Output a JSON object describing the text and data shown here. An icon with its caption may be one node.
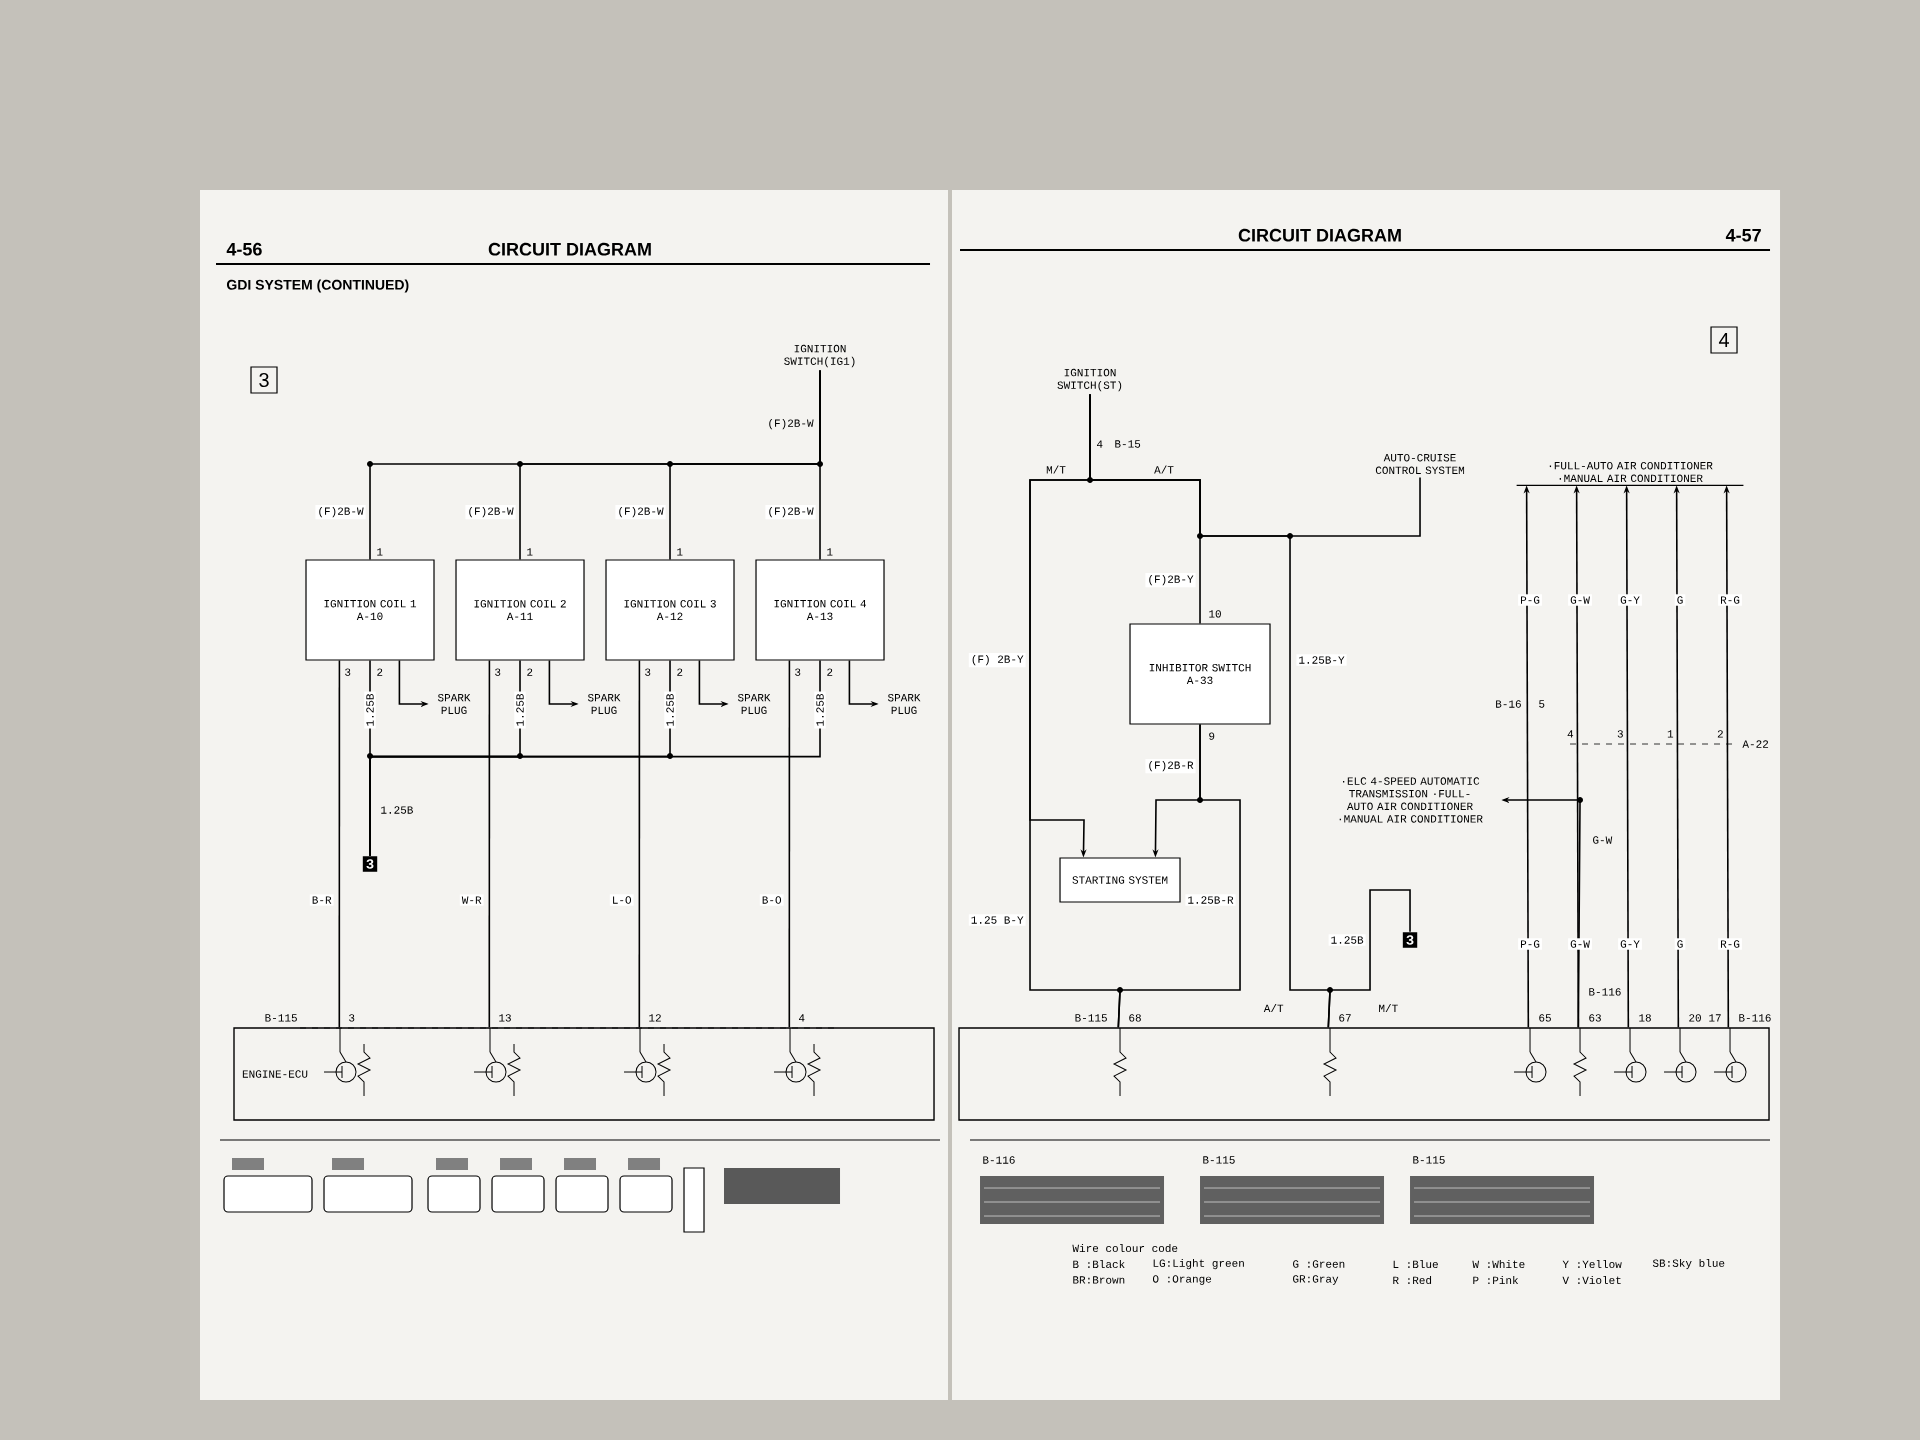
{
  "diagram": {
    "nodes": [
      {
        "text": [
          "IGNITION SWITCH(IG1)"
        ]
      },
      {
        "text": [
          "IGNITION COIL 1",
          "A-10"
        ]
      },
      {
        "text": [
          "IGNITION COIL 2",
          "A-11"
        ]
      },
      {
        "text": [
          "IGNITION COIL 3",
          "A-12"
        ]
      },
      {
        "text": [
          "IGNITION COIL 4",
          "A-13"
        ]
      },
      {
        "text": [
          "SPARK PLUG"
        ]
      },
      {
        "text": [
          "SPARK PLUG"
        ]
      },
      {
        "text": [
          "SPARK PLUG"
        ]
      },
      {
        "text": [
          "SPARK PLUG"
        ]
      },
      {
        "text": [
          "ENGINE-ECU"
        ]
      },
      {
        "text": [
          "3"
        ]
      },
      {
        "text": [
          "IGNITION SWITCH(ST)"
        ]
      },
      {
        "text": [
          "AUTO-CRUISE CONTROL SYSTEM"
        ]
      },
      {
        "text": [
          "INHIBITOR SWITCH",
          "A-33"
        ]
      },
      {
        "text": [
          "STARTING SYSTEM"
        ]
      },
      {
        "text": [
          "·ELC 4-SPEED AUTOMATIC TRANSMISSION ·FULL-AUTO AIR CONDITIONER ·MANUAL AIR CONDITIONER"
        ]
      },
      {
        "text": [
          "·FULL-AUTO AIR CONDITIONER ·MANUAL AIR CONDITIONER"
        ]
      },
      {
        "text": [],
        "shape": "box"
      },
      {
        "text": [
          "3"
        ]
      }
    ],
    "edges": [
      {
        "from": 0,
        "to": 1,
        "arrow": "none",
        "label": "(F)2B-W"
      },
      {
        "from": 0,
        "to": 2,
        "arrow": "none",
        "label": "(F)2B-W"
      },
      {
        "from": 0,
        "to": 3,
        "arrow": "none",
        "label": "(F)2B-W"
      },
      {
        "from": 0,
        "to": 4,
        "arrow": "none",
        "label": "(F)2B-W"
      },
      {
        "from": 1,
        "to": 5,
        "arrow": "to"
      },
      {
        "from": 2,
        "to": 6,
        "arrow": "to"
      },
      {
        "from": 3,
        "to": 7,
        "arrow": "to"
      },
      {
        "from": 4,
        "to": 8,
        "arrow": "to"
      },
      {
        "from": 1,
        "to": 10,
        "arrow": "none",
        "label": "1.25B"
      },
      {
        "from": 2,
        "to": 10,
        "arrow": "none",
        "label": "1.25B"
      },
      {
        "from": 3,
        "to": 10,
        "arrow": "none",
        "label": "1.25B"
      },
      {
        "from": 4,
        "to": 10,
        "arrow": "none",
        "label": "1.25B"
      },
      {
        "from": 1,
        "to": 9,
        "arrow": "none",
        "label": "B-R"
      },
      {
        "from": 2,
        "to": 9,
        "arrow": "none",
        "label": "W-R"
      },
      {
        "from": 3,
        "to": 9,
        "arrow": "none",
        "label": "L-O"
      },
      {
        "from": 4,
        "to": 9,
        "arrow": "none",
        "label": "B-O"
      },
      {
        "from": 11,
        "to": 13,
        "arrow": "none",
        "label": "(F)2B-Y"
      },
      {
        "from": 11,
        "to": 12,
        "arrow": "none"
      },
      {
        "from": 11,
        "to": 14,
        "arrow": "to",
        "label": "(F) 2B-Y"
      },
      {
        "from": 11,
        "to": 17,
        "arrow": "none",
        "label": "1.25 B-Y"
      },
      {
        "from": 13,
        "to": 14,
        "arrow": "to",
        "label": "(F)2B-R"
      },
      {
        "from": 13,
        "to": 17,
        "arrow": "none",
        "label": "1.25B-R"
      },
      {
        "from": 11,
        "to": 17,
        "arrow": "none",
        "label": "1.25B-Y"
      },
      {
        "from": 18,
        "to": 17,
        "arrow": "none",
        "label": "1.25B"
      },
      {
        "from": 17,
        "to": 16,
        "arrow": "to",
        "label": "P-G"
      },
      {
        "from": 17,
        "to": 16,
        "arrow": "to",
        "label": "G-W"
      },
      {
        "from": 17,
        "to": 16,
        "arrow": "to",
        "label": "G-Y"
      },
      {
        "from": 17,
        "to": 16,
        "arrow": "to",
        "label": "G"
      },
      {
        "from": 17,
        "to": 16,
        "arrow": "to",
        "label": "R-G"
      },
      {
        "from": 17,
        "to": 15,
        "arrow": "to"
      }
    ],
    "labels": [
      "4-56",
      "CIRCUIT DIAGRAM",
      "GDI SYSTEM (CONTINUED)",
      "3",
      "(F)2B-W",
      "1",
      "3",
      "2",
      "1",
      "3",
      "2",
      "1",
      "3",
      "2",
      "1",
      "3",
      "2",
      "1.25B",
      "B-115",
      "3",
      "13",
      "12",
      "4",
      "CIRCUIT DIAGRAM",
      "4-57",
      "4",
      "4",
      "B-15",
      "M/T",
      "A/T",
      "10",
      "9",
      "B-16",
      "5",
      "4",
      "3",
      "1",
      "2",
      "A-22",
      "G-W",
      "A/T",
      "M/T",
      "B-115",
      "68",
      "67",
      "65",
      "B-116",
      "63",
      "18",
      "20",
      "17",
      "B-116",
      "P-G",
      "G-W",
      "G-Y",
      "G",
      "R-G",
      "B-116",
      "B-115",
      "B-115",
      "Wire colour code",
      "B :Black",
      "LG:Light green",
      "G :Green",
      "L :Blue",
      "W :White",
      "Y :Yellow",
      "SB:Sky blue",
      "BR:Brown",
      "O :Orange",
      "GR:Gray",
      "R :Red",
      "P :Pink",
      "V :Violet"
    ]
  }
}
